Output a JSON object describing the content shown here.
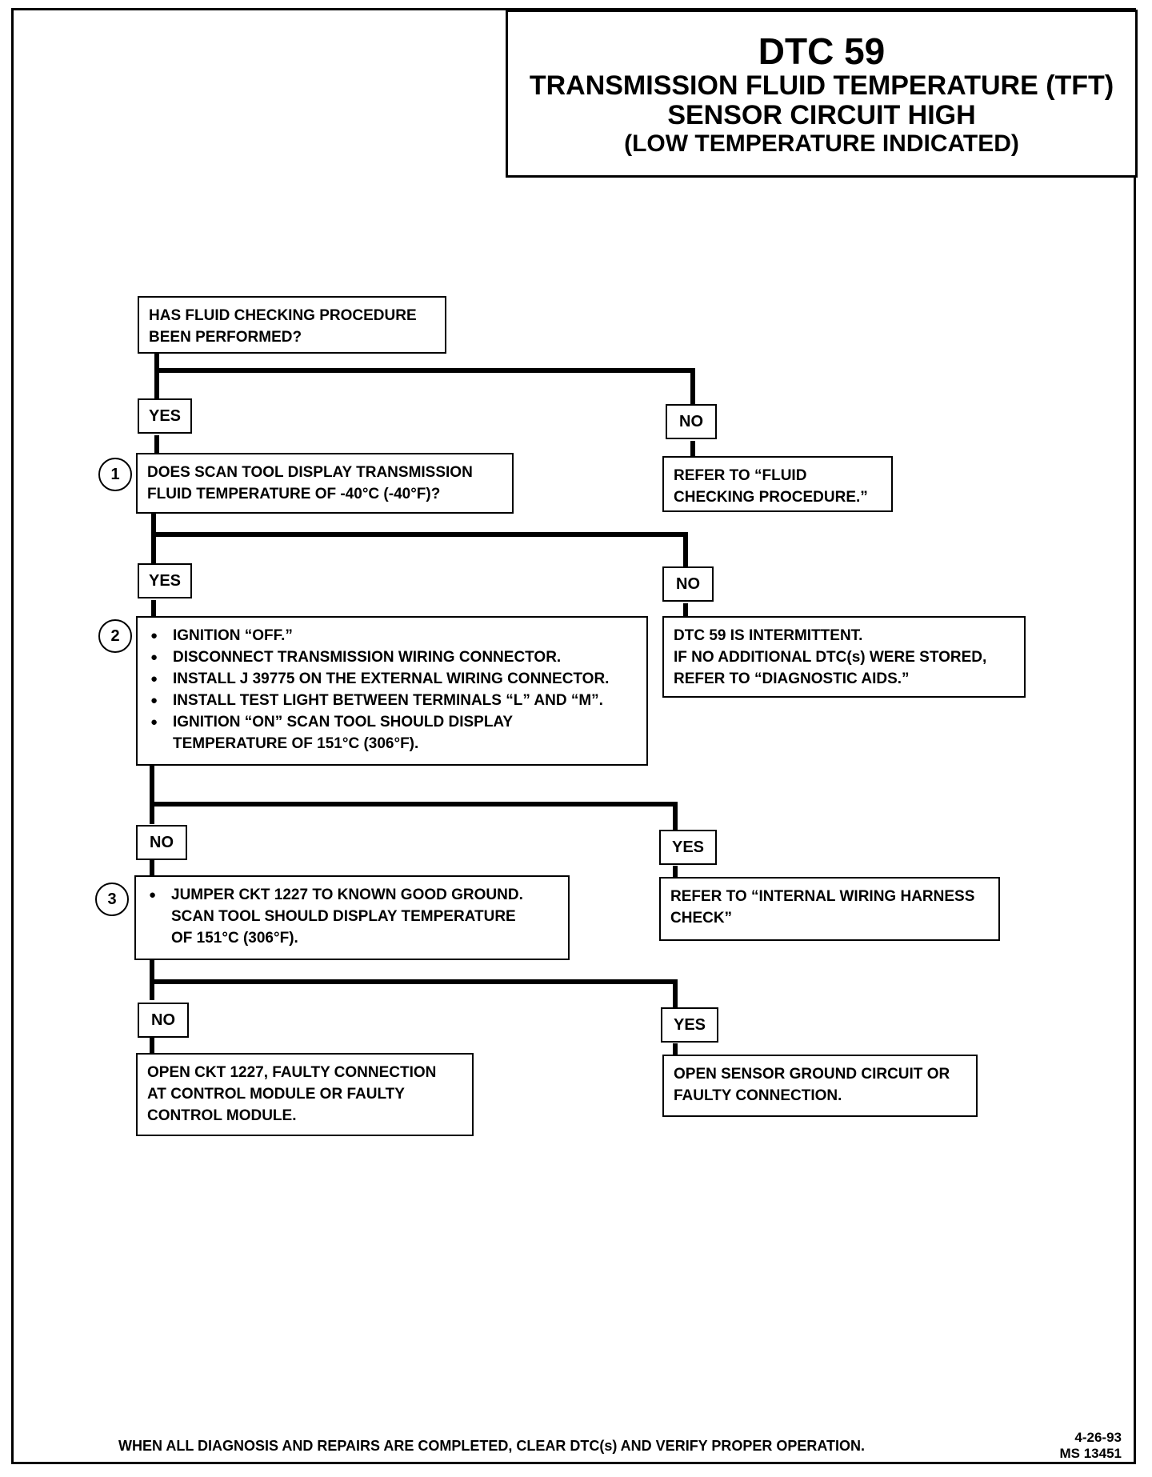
{
  "header": {
    "title": "DTC 59",
    "line1": "TRANSMISSION FLUID TEMPERATURE (TFT)",
    "line2": "SENSOR CIRCUIT HIGH",
    "line3": "(LOW TEMPERATURE INDICATED)"
  },
  "start": {
    "line1": "HAS FLUID CHECKING PROCEDURE",
    "line2": "BEEN PERFORMED?"
  },
  "labels": {
    "yes": "YES",
    "no": "NO"
  },
  "steps": [
    "1",
    "2",
    "3"
  ],
  "refer_fluid": {
    "line1": "REFER TO “FLUID",
    "line2": "CHECKING PROCEDURE.”"
  },
  "step1": {
    "line1": "DOES SCAN TOOL DISPLAY TRANSMISSION",
    "line2": "FLUID TEMPERATURE OF -40°C (-40°F)?"
  },
  "intermittent": {
    "line1": "DTC 59 IS INTERMITTENT.",
    "line2": "IF NO ADDITIONAL DTC(s) WERE STORED,",
    "line3": "REFER TO “DIAGNOSTIC AIDS.”"
  },
  "step2": {
    "items": [
      "IGNITION “OFF.”",
      "DISCONNECT TRANSMISSION WIRING CONNECTOR.",
      "INSTALL J 39775 ON THE EXTERNAL WIRING CONNECTOR.",
      "INSTALL TEST LIGHT BETWEEN TERMINALS “L” AND “M”.",
      "IGNITION “ON” SCAN TOOL SHOULD DISPLAY"
    ],
    "continuation": "TEMPERATURE OF 151°C (306°F)."
  },
  "refer_harness": {
    "line1": "REFER TO “INTERNAL WIRING HARNESS",
    "line2": "CHECK”"
  },
  "step3": {
    "item": "JUMPER CKT 1227 TO KNOWN GOOD GROUND.",
    "line2": "SCAN TOOL SHOULD DISPLAY TEMPERATURE",
    "line3": "OF 151°C (306°F)."
  },
  "open_ckt": {
    "line1": "OPEN CKT 1227, FAULTY CONNECTION",
    "line2": "AT CONTROL MODULE OR FAULTY",
    "line3": "CONTROL MODULE."
  },
  "open_sensor": {
    "line1": "OPEN SENSOR GROUND CIRCUIT OR",
    "line2": "FAULTY CONNECTION."
  },
  "footer": {
    "text": "WHEN ALL DIAGNOSIS AND REPAIRS ARE COMPLETED, CLEAR DTC(s) AND VERIFY PROPER OPERATION.",
    "date": "4-26-93",
    "code": "MS 13451"
  }
}
